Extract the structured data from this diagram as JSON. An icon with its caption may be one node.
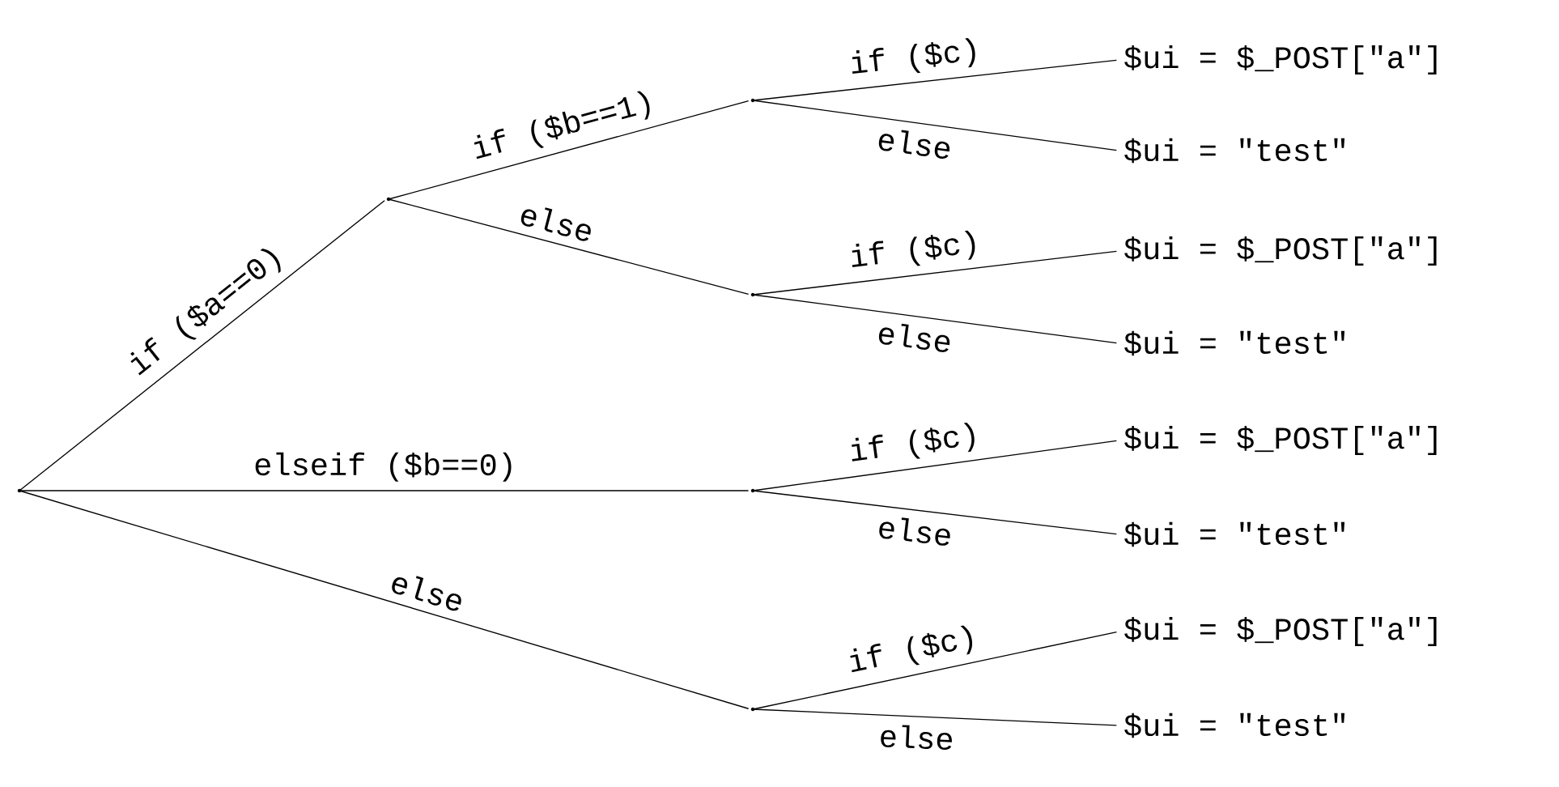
{
  "diagram": {
    "nodes": [
      {
        "text": [],
        "shape": "dot"
      },
      {
        "text": [],
        "shape": "dot"
      },
      {
        "text": [],
        "shape": "dot"
      },
      {
        "text": [],
        "shape": "dot"
      },
      {
        "text": [],
        "shape": "dot"
      },
      {
        "text": [],
        "shape": "dot"
      },
      {
        "text": [
          "$ui = $_POST[\"a\"]"
        ]
      },
      {
        "text": [
          "$ui = \"test\""
        ]
      },
      {
        "text": [
          "$ui = $_POST[\"a\"]"
        ]
      },
      {
        "text": [
          "$ui = \"test\""
        ]
      },
      {
        "text": [
          "$ui = $_POST[\"a\"]"
        ]
      },
      {
        "text": [
          "$ui = \"test\""
        ]
      },
      {
        "text": [
          "$ui = $_POST[\"a\"]"
        ]
      },
      {
        "text": [
          "$ui = \"test\""
        ]
      }
    ],
    "edges": [
      {
        "from": 0,
        "to": 1,
        "arrow": "none",
        "label": "if ($a==0)"
      },
      {
        "from": 0,
        "to": 4,
        "arrow": "none",
        "label": "elseif ($b==0)"
      },
      {
        "from": 0,
        "to": 5,
        "arrow": "none",
        "label": "else"
      },
      {
        "from": 1,
        "to": 2,
        "arrow": "none",
        "label": "if ($b==1)"
      },
      {
        "from": 1,
        "to": 3,
        "arrow": "none",
        "label": "else"
      },
      {
        "from": 2,
        "to": 6,
        "arrow": "none",
        "label": "if ($c)"
      },
      {
        "from": 2,
        "to": 7,
        "arrow": "none",
        "label": "else"
      },
      {
        "from": 3,
        "to": 8,
        "arrow": "none",
        "label": "if ($c)"
      },
      {
        "from": 3,
        "to": 9,
        "arrow": "none",
        "label": "else"
      },
      {
        "from": 4,
        "to": 10,
        "arrow": "none",
        "label": "if ($c)"
      },
      {
        "from": 4,
        "to": 11,
        "arrow": "none",
        "label": "else"
      },
      {
        "from": 5,
        "to": 12,
        "arrow": "none",
        "label": "if ($c)"
      },
      {
        "from": 5,
        "to": 13,
        "arrow": "none",
        "label": "else"
      }
    ]
  }
}
